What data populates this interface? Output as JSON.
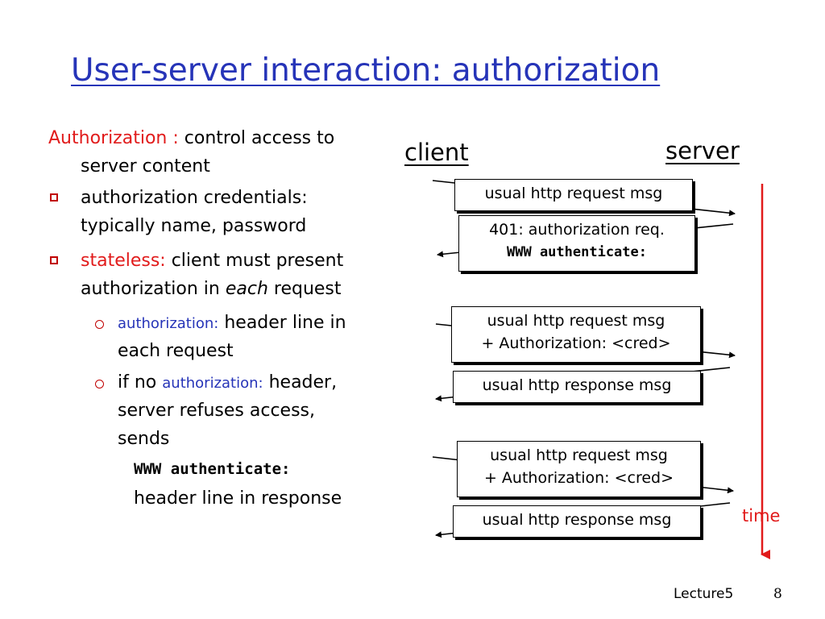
{
  "slide": {
    "title": "User-server interaction: authorization",
    "colors": {
      "title": "#2634b8",
      "highlight_red": "#e11b1b",
      "highlight_blue": "#2634b8",
      "bullet": "#c00000"
    }
  },
  "text": {
    "l1_red": "Authorization :",
    "l1_rest": " control access to",
    "l1_cont": "server content",
    "l2": "authorization credentials:",
    "l2_cont": "typically name, password",
    "l3_red": "stateless:",
    "l3_rest": " client must present",
    "l3_cont_a": "authorization in ",
    "l3_cont_em": "each",
    "l3_cont_b": " request",
    "s1_blue": "authorization:",
    "s1_rest": " header line in",
    "s1_cont": "each request",
    "s2_a": "if no ",
    "s2_blue": "authorization:",
    "s2_b": " header,",
    "s2_cont1": "server refuses access,",
    "s2_cont2": "sends",
    "s2_code": "WWW authenticate:",
    "s2_cont3": "header line in response"
  },
  "diagram": {
    "client_label": "client",
    "server_label": "server",
    "time_label": "time",
    "messages": [
      {
        "line1": "usual http request msg",
        "line2": ""
      },
      {
        "line1": "401: authorization req.",
        "line2": "WWW authenticate:"
      },
      {
        "line1": "usual http request msg",
        "line2": "+  Authorization: <cred>"
      },
      {
        "line1": "usual http response msg",
        "line2": ""
      },
      {
        "line1": "usual http request msg",
        "line2": "+ Authorization: <cred>"
      },
      {
        "line1": "usual http response msg",
        "line2": ""
      }
    ]
  },
  "footer": {
    "lecture": "Lecture5",
    "page": "8"
  }
}
